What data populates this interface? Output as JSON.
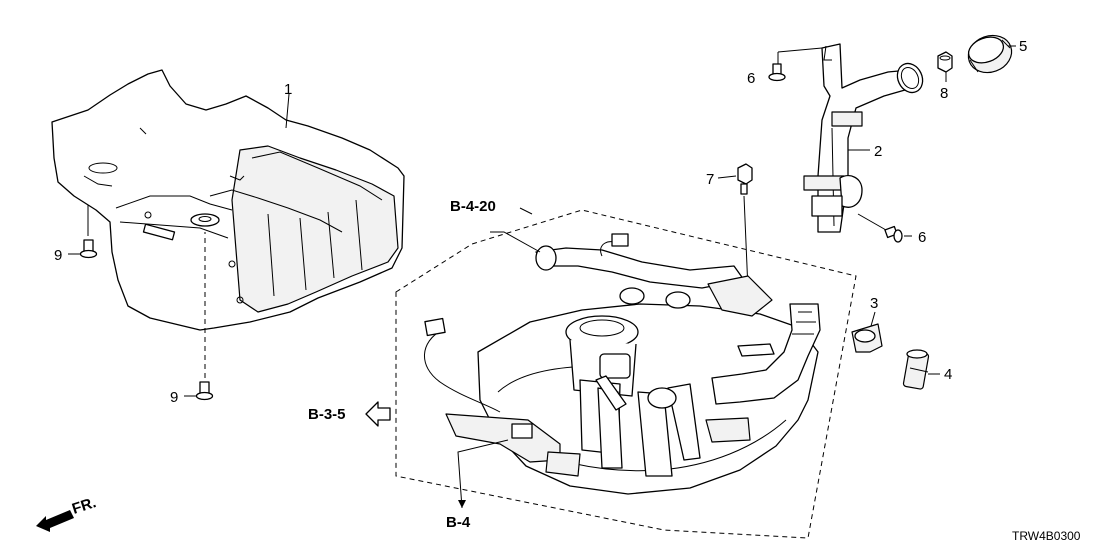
{
  "callouts": {
    "c1": "1",
    "c2": "2",
    "c3": "3",
    "c4": "4",
    "c5": "5",
    "c6a": "6",
    "c6b": "6",
    "c7": "7",
    "c8": "8",
    "c9a": "9",
    "c9b": "9"
  },
  "refs": {
    "b420": "B-4-20",
    "b35": "B-3-5",
    "b4": "B-4"
  },
  "front_label": "FR.",
  "diagram_code": "TRW4B0300"
}
